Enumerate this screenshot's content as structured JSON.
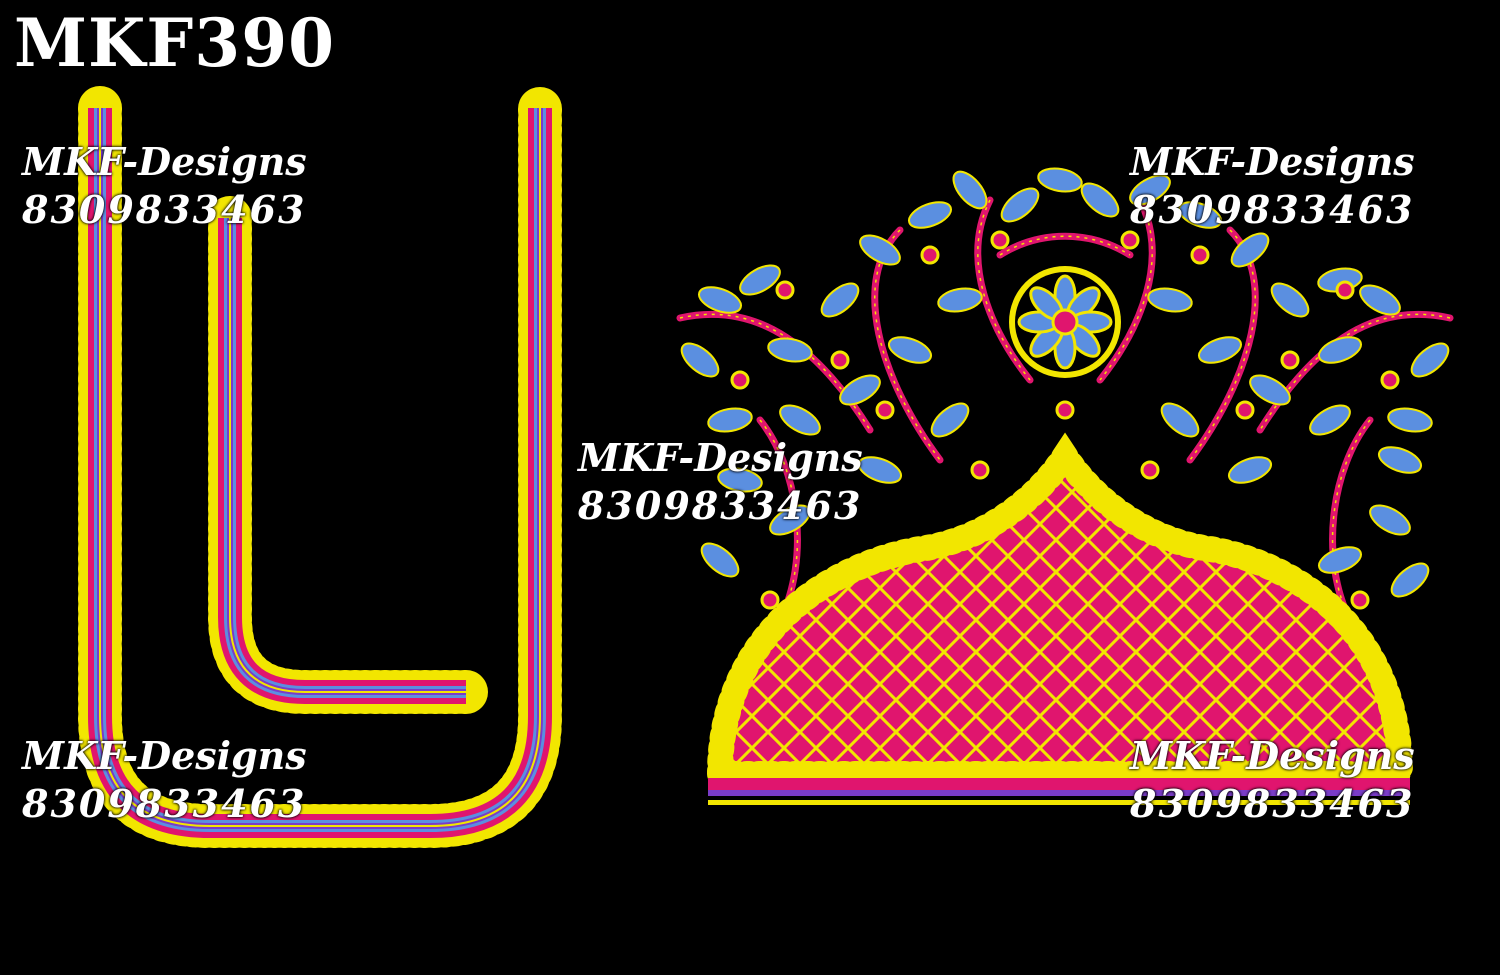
{
  "design_code": "MKF390",
  "watermark": {
    "brand": "MKF-Designs",
    "phone": "8309833463"
  },
  "colors": {
    "background": "#000000",
    "yellow": "#f2e600",
    "pink": "#e0156e",
    "blue": "#5b8fe0",
    "purple": "#7a3cc8",
    "text": "#ffffff"
  }
}
